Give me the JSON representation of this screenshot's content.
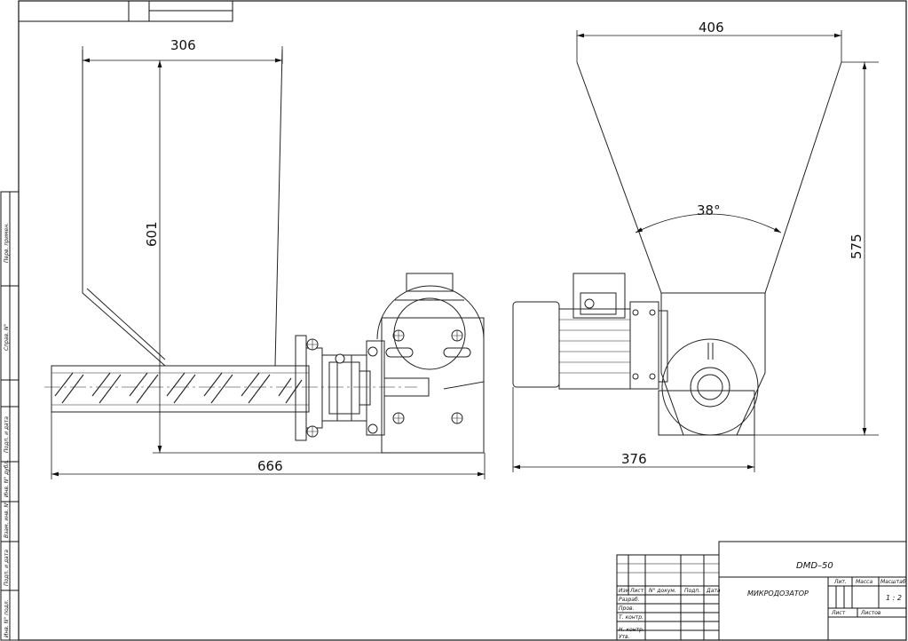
{
  "dimensions": {
    "hopper_width": "306",
    "hopper_height": "601",
    "overall_length": "666",
    "cone_width": "406",
    "cone_angle": "38°",
    "total_height": "575",
    "side_width": "376"
  },
  "sidebar": {
    "perv_primen": "Перв. примен.",
    "sprav_no": "Справ. N°",
    "podp_data_1": "Подп. и дата",
    "inv_dubl": "Инв. N° дубл.",
    "vzam_inv": "Взам. инв. N°",
    "podp_data_2": "Подп. и дата",
    "inv_podl": "Инв. N° подл."
  },
  "title_block": {
    "designation": "DMD–50",
    "name": "МИКРОДОЗАТОР",
    "headers": {
      "izm": "Изм",
      "list": "Лист",
      "doc": "N° докум.",
      "podp": "Подп.",
      "data": "Дата"
    },
    "rows": {
      "razrab": "Разраб.",
      "prov": "Пров.",
      "tkontr": "Т. контр.",
      "nkontr": "Н. контр.",
      "utv": "Утв."
    },
    "lit": "Лит.",
    "massa": "Масса",
    "masshtab": "Масштаб",
    "scale": "1 : 2",
    "sheet": "Лист",
    "sheets": "Листов"
  }
}
